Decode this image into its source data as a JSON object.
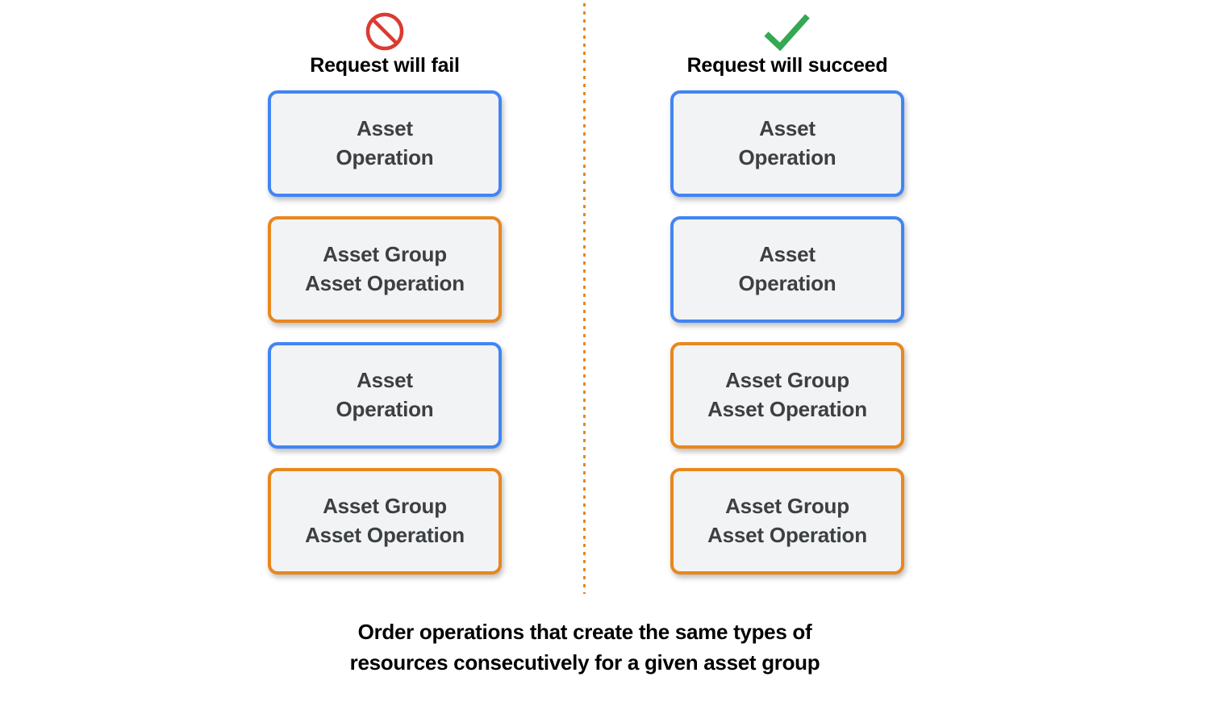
{
  "diagram": {
    "divider": {
      "name": "vertical-dotted-divider",
      "color": "#E8871E"
    },
    "caption": {
      "line1": "Order operations that create the same types of",
      "line2": "resources consecutively for a given asset group"
    },
    "colors": {
      "blue": "#4285F4",
      "orange": "#E8871E",
      "red": "#DB3A32",
      "green": "#34A853",
      "box_fill": "#F1F3F4",
      "box_text": "#3C4043",
      "header_text": "#000000"
    },
    "columns": [
      {
        "id": "fail",
        "icon": "prohibition-icon",
        "icon_color": "#DB3A32",
        "title": "Request will fail",
        "boxes": [
          {
            "label": "Asset\nOperation",
            "accent": "blue"
          },
          {
            "label": "Asset Group\nAsset Operation",
            "accent": "orange"
          },
          {
            "label": "Asset\nOperation",
            "accent": "blue"
          },
          {
            "label": "Asset Group\nAsset Operation",
            "accent": "orange"
          }
        ]
      },
      {
        "id": "succeed",
        "icon": "checkmark-icon",
        "icon_color": "#34A853",
        "title": "Request will succeed",
        "boxes": [
          {
            "label": "Asset\nOperation",
            "accent": "blue"
          },
          {
            "label": "Asset\nOperation",
            "accent": "blue"
          },
          {
            "label": "Asset Group\nAsset Operation",
            "accent": "orange"
          },
          {
            "label": "Asset Group\nAsset Operation",
            "accent": "orange"
          }
        ]
      }
    ]
  }
}
